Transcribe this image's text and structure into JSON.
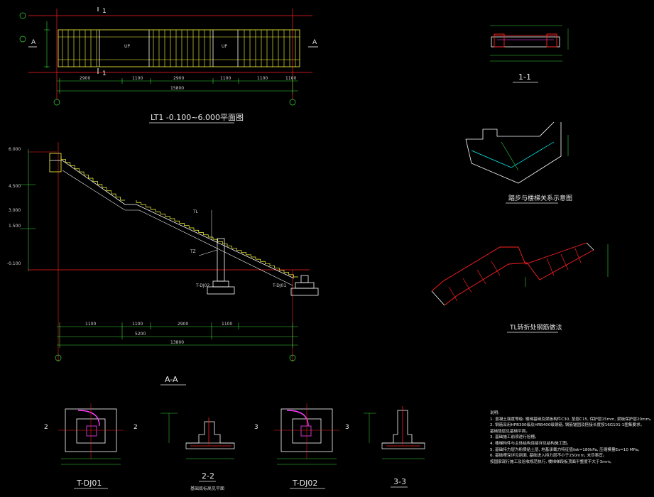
{
  "colors": {
    "background": "#000000",
    "axis": "#ff2020",
    "dimension": "#38d838",
    "stair_steps": "#ffff40",
    "rebar_main": "#ff2020",
    "rebar_secondary": "#ff40ff",
    "outline": "#ffffff",
    "annotation": "#00ffff",
    "text": "#e6e6e6"
  },
  "plan_view": {
    "title": "LT1 -0.100~6.000平面图",
    "section_mark_top": "1",
    "section_mark_bottom": "1",
    "section_ref_left": "A",
    "section_ref_right": "A",
    "dims": [
      "2900",
      "1100",
      "2900",
      "1100",
      "1100",
      "1100",
      "15800"
    ]
  },
  "section_1_1": {
    "title": "1-1"
  },
  "joint_detail": {
    "title": "踏步与楼梯关系示意图"
  },
  "tl_detail": {
    "title": "TL转折处钢筋做法"
  },
  "section_a_a": {
    "title": "A-A",
    "label_left": "T-DJ02",
    "label_right": "T-DJ01",
    "elevations": [
      "6.000",
      "4.500",
      "3.000",
      "1.500",
      "-0.100"
    ],
    "dims": [
      "1100",
      "5200",
      "1100",
      "2900",
      "1100",
      "13800"
    ]
  },
  "dj01": {
    "title": "T-DJ01",
    "mark_left": "2",
    "mark_right": "2"
  },
  "section_2_2": {
    "title": "2-2",
    "note": "基础底标高见平面"
  },
  "dj02": {
    "title": "T-DJ02",
    "mark_left": "3",
    "mark_right": "3"
  },
  "section_3_3": {
    "title": "3-3"
  },
  "notes": {
    "heading": "说明:",
    "lines": [
      "1. 混凝土强度等级: 楼梯基础及梁板构件C30, 垫层C15, 保护层15mm, 梁板保护层20mm。",
      "2. 钢筋采用HPB300级及HRB400级钢筋, 钢筋锚固及搭接长度按16G101-1图集要求。",
      "   基础垫层见基础平面。",
      "3. 基础施工前须进行验槽。",
      "4. 楼梯构件与主体结构连接详见结构施工图。",
      "5. 基础持力层为粉质粘土层, 地基承载力特征值fak=180kPa, 压缩模量Es=10 MPa。",
      "6. 基础埋深详见剖面, 基础进入持力层不小于250mm, 未尽事宜。",
      "   按国家现行施工及验收规范执行, 楼梯梯段板顶面平整度不大于3mm。"
    ]
  }
}
